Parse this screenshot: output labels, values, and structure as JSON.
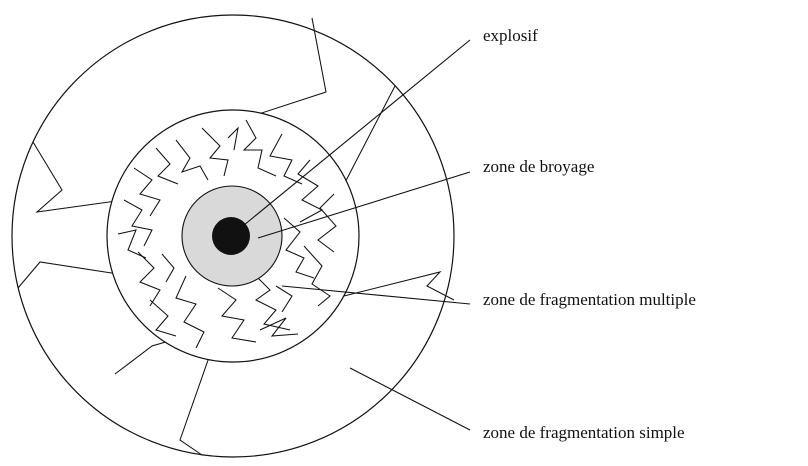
{
  "labels": {
    "explosif": "explosif",
    "zone_broyage": "zone de broyage",
    "zone_frag_multiple": "zone de fragmentation multiple",
    "zone_frag_simple": "zone de fragmentation simple"
  },
  "colors": {
    "stroke": "#111111",
    "crushing_zone_fill": "#d9d9d9",
    "explosive_fill": "#111111",
    "background": "#ffffff"
  }
}
